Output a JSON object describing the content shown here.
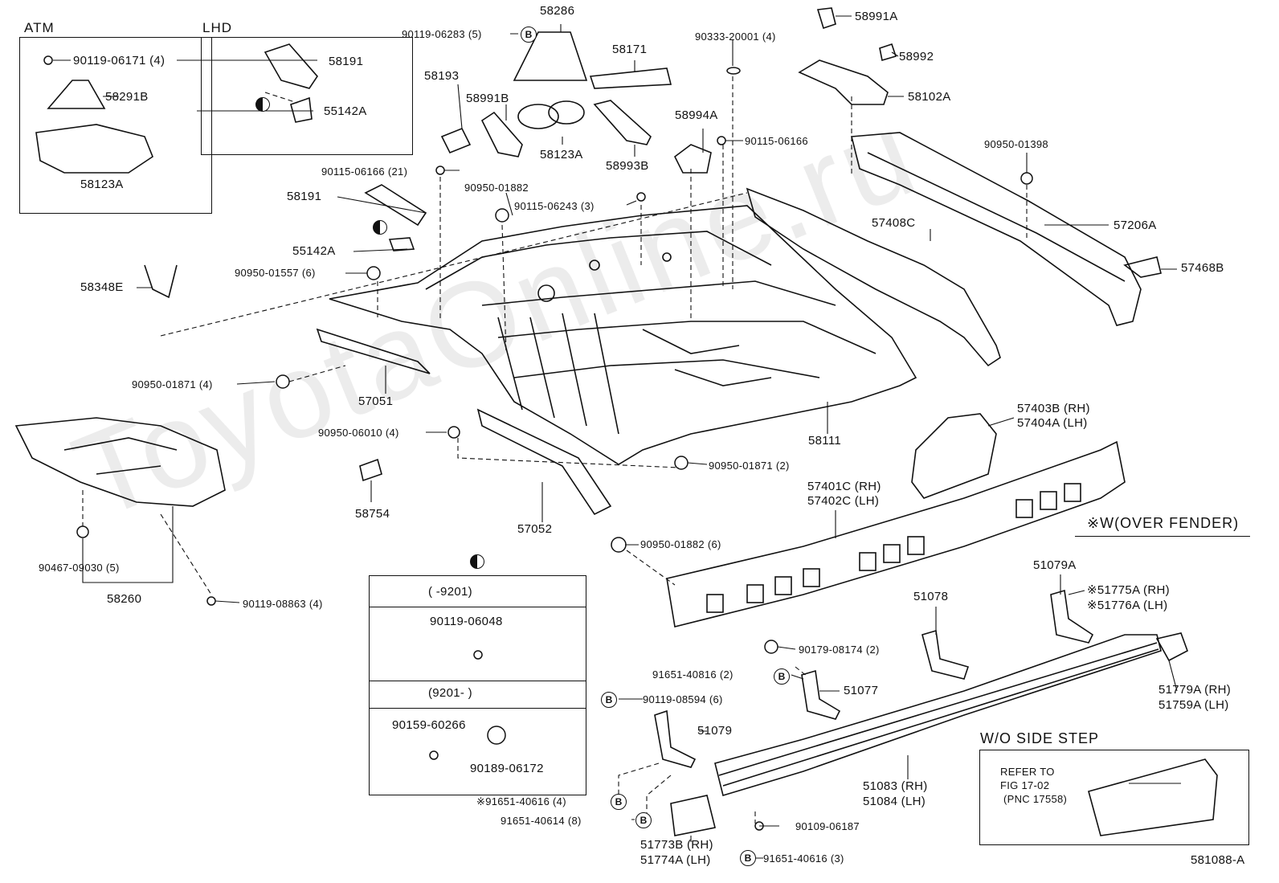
{
  "watermark": "ToyotaOnline.ru",
  "panels": {
    "atm": {
      "title": "ATM"
    },
    "lhd": {
      "title": "LHD"
    }
  },
  "note_over_fender": "※W(OVER FENDER)",
  "note_wo_side_step": "W/O SIDE STEP",
  "refer": {
    "line1": "REFER TO",
    "line2": "FIG 17-02",
    "line3": "(PNC 17558)"
  },
  "date_table": {
    "row1": "(          -9201)",
    "row1_part": "90119-06048",
    "row2": "(9201-          )",
    "row2_part_a": "90159-60266",
    "row2_part_b": "90189-06172"
  },
  "labels": {
    "p90119_06171": "90119-06171 (4)",
    "p58291B": "58291B",
    "p58123A_atm": "58123A",
    "p58191_lhd": "58191",
    "p55142A_lhd": "55142A",
    "p90119_06283": "90119-06283 (5)",
    "p58286": "58286",
    "p58171": "58171",
    "p58193": "58193",
    "p58991B": "58991B",
    "p58123A": "58123A",
    "p58993B": "58993B",
    "p58994A": "58994A",
    "p90333_20001": "90333-20001 (4)",
    "p58991A": "58991A",
    "p58992": "58992",
    "p58102A": "58102A",
    "p90115_06166": "90115-06166",
    "p90950_01398": "90950-01398",
    "p90115_06166_21": "90115-06166 (21)",
    "p90950_01882": "90950-01882",
    "p90115_06243": "90115-06243 (3)",
    "p58191": "58191",
    "p55142A": "55142A",
    "p90950_01557": "90950-01557 (6)",
    "p58348E": "58348E",
    "p57408C": "57408C",
    "p57206A": "57206A",
    "p57468B": "57468B",
    "p90950_01871_4": "90950-01871 (4)",
    "p57051": "57051",
    "p58111": "58111",
    "p57403B": "57403B (RH)",
    "p57404A": "57404A (LH)",
    "p90950_06010": "90950-06010 (4)",
    "p90950_01871_2": "90950-01871 (2)",
    "p58754": "58754",
    "p57052": "57052",
    "p57401C": "57401C (RH)",
    "p57402C": "57402C (LH)",
    "p90950_01882_6": "90950-01882 (6)",
    "p90467_09030": "90467-09030 (5)",
    "p58260": "58260",
    "p90119_08863": "90119-08863 (4)",
    "p51079A": "51079A",
    "p51078": "51078",
    "p51775A": "※51775A (RH)",
    "p51776A": "※51776A (LH)",
    "p90179_08174": "90179-08174 (2)",
    "p91651_40816": "91651-40816 (2)",
    "p51077": "51077",
    "p51779A": "51779A (RH)",
    "p51759A": "51759A (LH)",
    "p90119_08594": "90119-08594 (6)",
    "p51079": "51079",
    "p51083": "51083 (RH)",
    "p51084": "51084 (LH)",
    "p91651_40616_4": "※91651-40616 (4)",
    "p91651_40614": "91651-40614 (8)",
    "p90109_06187": "90109-06187",
    "p51773B": "51773B (RH)",
    "p51774A": "51774A (LH)",
    "p91651_40616_3": "91651-40616 (3)",
    "fig_id": "581088-A"
  },
  "symbols": {
    "b": "B"
  }
}
